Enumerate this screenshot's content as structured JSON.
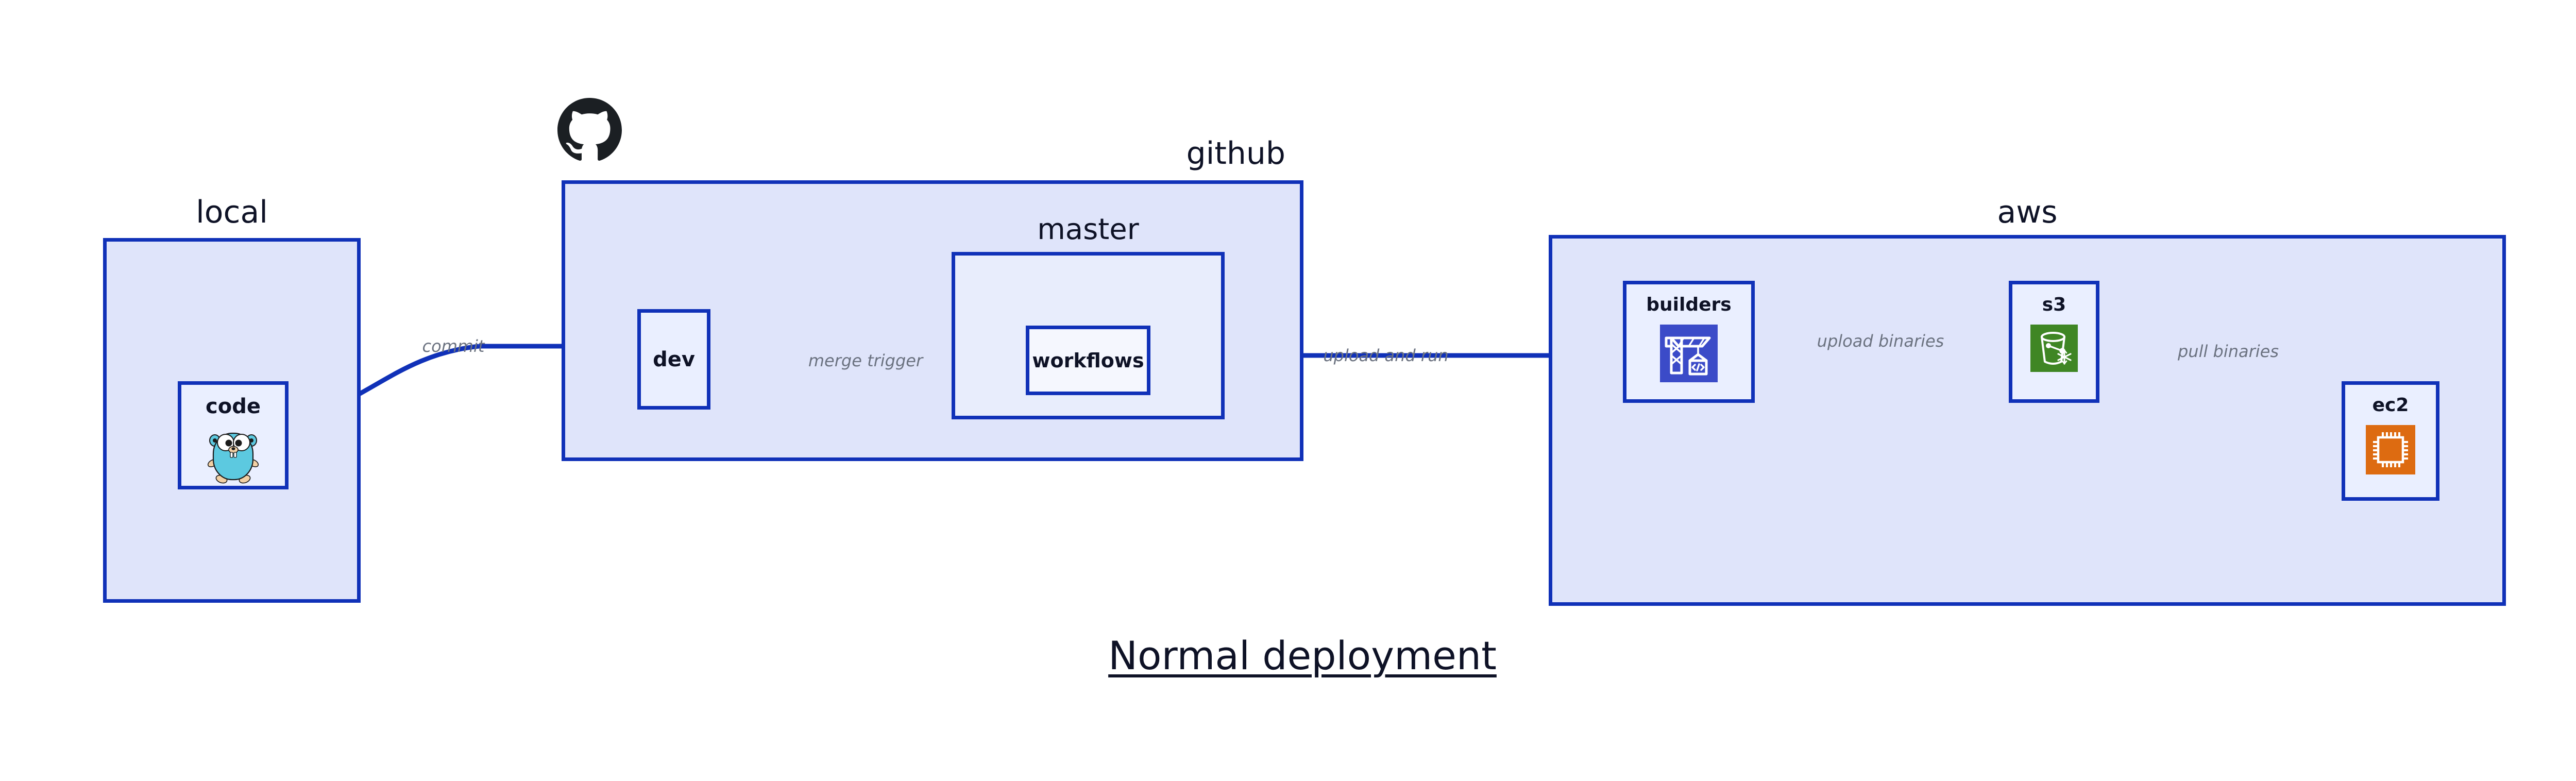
{
  "title": "Normal deployment",
  "colors": {
    "group_fill": "#dfe4fa",
    "subgroup_fill": "#e8edfc",
    "node_fill": "#eaefff",
    "node_fill_white": "#f5f7fe",
    "border": "#1031b8",
    "edge_line": "#1031b8",
    "edge_label_text": "#6b7280",
    "text": "#0e1226",
    "codebuild_icon_bg": "#3b4bc8",
    "s3_icon_bg": "#3f8624",
    "ec2_icon_bg": "#dd6b11",
    "gopher_body": "#5cc9e0",
    "gopher_limb": "#f2d0a4",
    "github_logo": "#1b1f23"
  },
  "groups": [
    {
      "id": "local",
      "label": "local",
      "label_align": "center"
    },
    {
      "id": "github",
      "label": "github",
      "label_align": "right"
    },
    {
      "id": "master",
      "label": "master",
      "label_align": "center"
    },
    {
      "id": "aws",
      "label": "aws",
      "label_align": "center"
    }
  ],
  "nodes": [
    {
      "id": "code",
      "label": "code",
      "icon": "go-gopher-icon"
    },
    {
      "id": "dev",
      "label": "dev",
      "icon": null
    },
    {
      "id": "workflows",
      "label": "workflows",
      "icon": null
    },
    {
      "id": "builders",
      "label": "builders",
      "icon": "aws-codebuild-icon"
    },
    {
      "id": "s3",
      "label": "s3",
      "icon": "aws-s3-glacier-icon"
    },
    {
      "id": "ec2",
      "label": "ec2",
      "icon": "aws-ec2-icon"
    }
  ],
  "edges": [
    {
      "id": "commit",
      "from": "code",
      "to": "dev",
      "label": "commit"
    },
    {
      "id": "merge-trigger",
      "from": "dev",
      "to": "workflows",
      "label": "merge trigger"
    },
    {
      "id": "upload-and-run",
      "from": "workflows",
      "to": "builders",
      "label": "upload and run"
    },
    {
      "id": "upload-binaries",
      "from": "builders",
      "to": "s3",
      "label": "upload binaries"
    },
    {
      "id": "pull-binaries",
      "from": "s3",
      "to": "ec2",
      "label": "pull binaries"
    }
  ],
  "logos": [
    {
      "id": "github-logo",
      "name": "github-octocat-icon"
    }
  ]
}
